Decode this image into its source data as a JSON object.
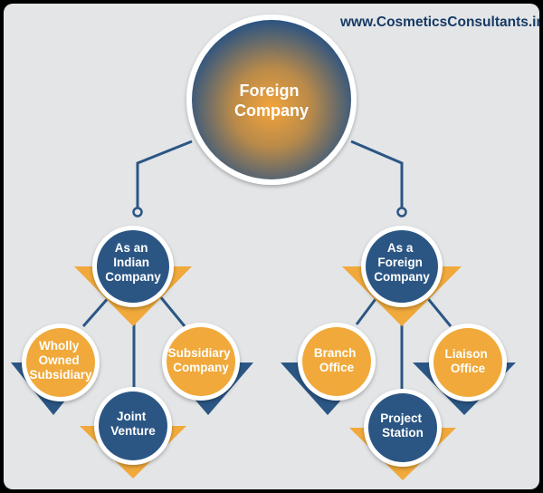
{
  "website": "www.CosmeticsConsultants.in",
  "root": {
    "label": [
      "Foreign",
      "Company"
    ]
  },
  "branches": [
    {
      "label": [
        "As an",
        "Indian",
        "Company"
      ],
      "children": [
        {
          "label": [
            "Wholly",
            "Owned",
            "Subsidiary"
          ]
        },
        {
          "label": [
            "Joint",
            "Venture"
          ]
        },
        {
          "label": [
            "Subsidiary",
            "Company"
          ]
        }
      ]
    },
    {
      "label": [
        "As a",
        "Foreign",
        "Company"
      ],
      "children": [
        {
          "label": [
            "Branch",
            "Office"
          ]
        },
        {
          "label": [
            "Project",
            "Station"
          ]
        },
        {
          "label": [
            "Liaison",
            "Office"
          ]
        }
      ]
    }
  ],
  "colors": {
    "navy": "#2b5684",
    "orange": "#f0a93a",
    "line": "#2b5684"
  }
}
